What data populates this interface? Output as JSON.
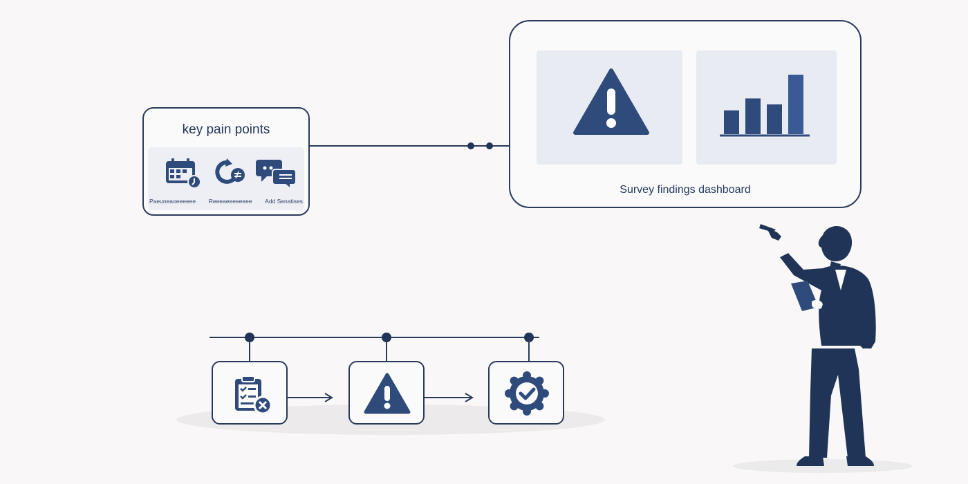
{
  "pain_card": {
    "title": "key pain points",
    "icons": [
      "calendar-icon",
      "cycle-icon",
      "chat-bubbles-icon"
    ],
    "labels": [
      "Paeuneaoeeeeee",
      "Reeeaeeeeeeee",
      "Add Senatises"
    ]
  },
  "dashboard": {
    "caption": "Survey findings dashboard",
    "panels": [
      "warning-icon",
      "bar-chart-icon"
    ],
    "bar_levels": [
      0.4,
      0.6,
      0.5,
      1.0
    ]
  },
  "process_steps": [
    "checklist-icon",
    "warning-icon",
    "badge-check-icon"
  ],
  "colors": {
    "navy": "#2a3a5c",
    "icon_blue": "#2e4b7b",
    "chart_blue": "#3b5a95",
    "panel_bg": "#e9ebf2",
    "page_bg": "#f9f7f7"
  }
}
